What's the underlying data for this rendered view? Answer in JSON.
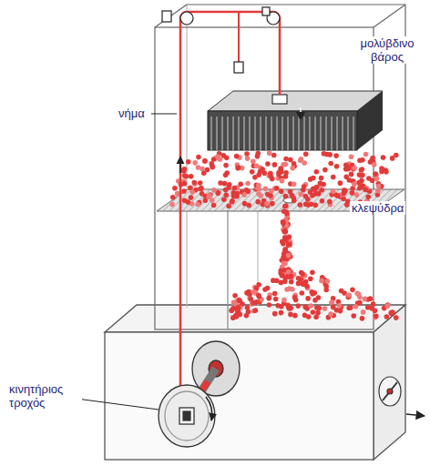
{
  "diagram": {
    "labels": [
      "μολύβδινο βάρος",
      "νήμα",
      "κλεψύδρα",
      "κινητήριος τροχός"
    ]
  }
}
